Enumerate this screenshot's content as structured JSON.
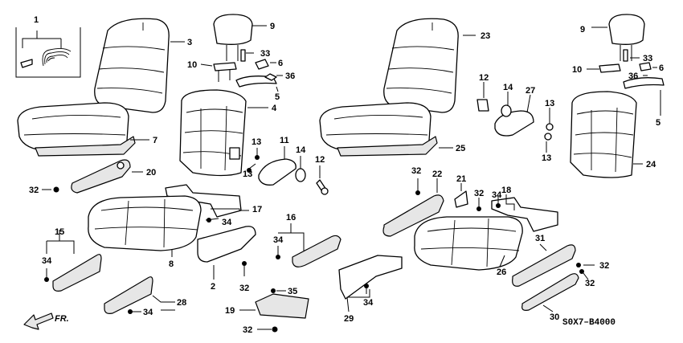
{
  "diagram_code": "S0X7–B4000",
  "front_label": "FR.",
  "callouts": {
    "c1": "1",
    "c3": "3",
    "c9a": "9",
    "c10a": "10",
    "c33a": "33",
    "c6a": "6",
    "c36a": "36",
    "c5a": "5",
    "c4": "4",
    "c7": "7",
    "c13a": "13",
    "c13b": "13",
    "c11": "11",
    "c14a": "14",
    "c12a": "12",
    "c20": "20",
    "c32a": "32",
    "c17": "17",
    "c34a": "34",
    "c15": "15",
    "c34b": "34",
    "c8": "8",
    "c2": "2",
    "c32b": "32",
    "c16": "16",
    "c34c": "34",
    "c35": "35",
    "c28": "28",
    "c34d": "34",
    "c19": "19",
    "c32c": "32",
    "c29": "29",
    "c34e": "34",
    "c23": "23",
    "c12b": "12",
    "c14b": "14",
    "c27": "27",
    "c13c": "13",
    "c13d": "13",
    "c25": "25",
    "c32d": "32",
    "c22": "22",
    "c21": "21",
    "c32e": "32",
    "c18": "18",
    "c34f": "34",
    "c26": "26",
    "c31": "31",
    "c32f": "32",
    "c32g": "32",
    "c30": "30",
    "c9b": "9",
    "c10b": "10",
    "c33b": "33",
    "c6b": "6",
    "c36b": "36",
    "c5b": "5",
    "c24": "24"
  }
}
